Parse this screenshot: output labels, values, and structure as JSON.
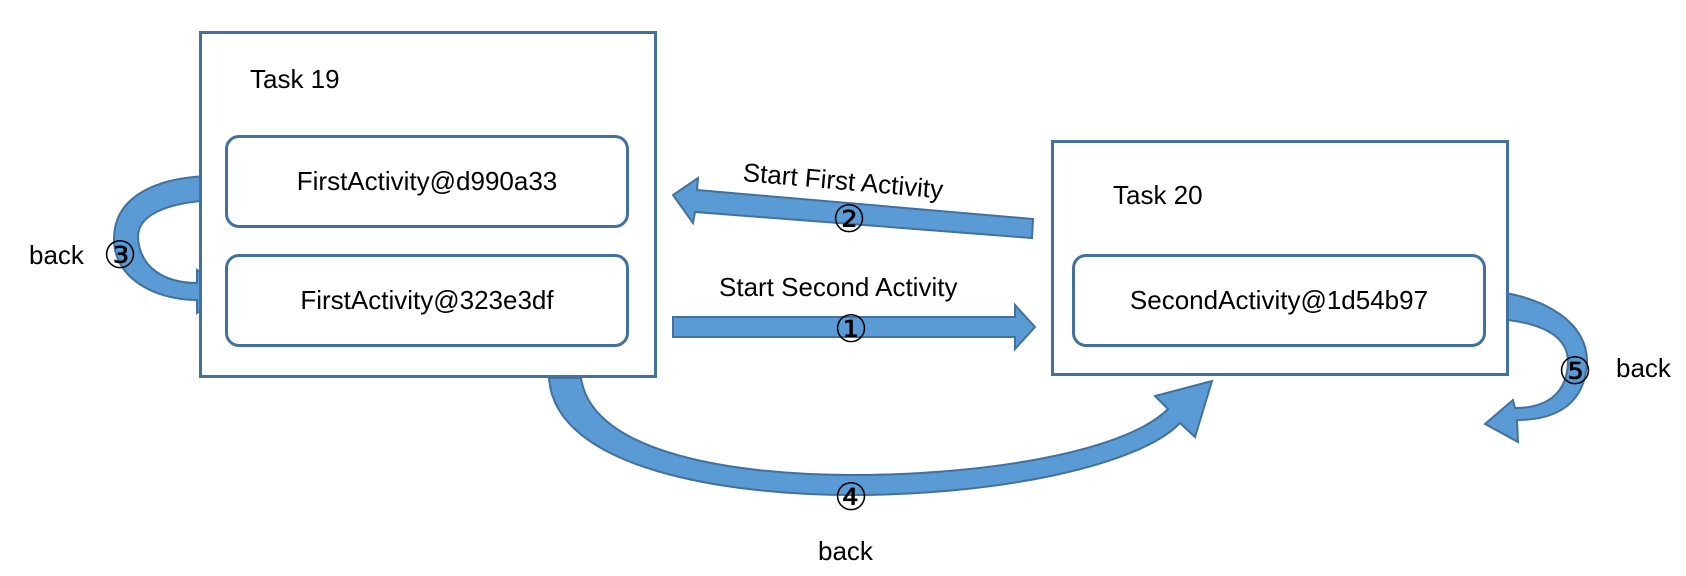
{
  "task19": {
    "title": "Task 19",
    "activities": [
      "FirstActivity@d990a33",
      "FirstActivity@323e3df"
    ]
  },
  "task20": {
    "title": "Task 20",
    "activities": [
      "SecondActivity@1d54b97"
    ]
  },
  "arrows": {
    "step1": {
      "label": "Start Second Activity",
      "marker": "①"
    },
    "step2": {
      "label": "Start First Activity",
      "marker": "②"
    },
    "step3": {
      "label": "back",
      "marker": "③"
    },
    "step4": {
      "label": "back",
      "marker": "④"
    },
    "step5": {
      "label": "back",
      "marker": "⑤"
    }
  },
  "colors": {
    "arrow_fill": "#5b9bd5",
    "arrow_stroke": "#41719c",
    "box_border": "#41719c"
  }
}
